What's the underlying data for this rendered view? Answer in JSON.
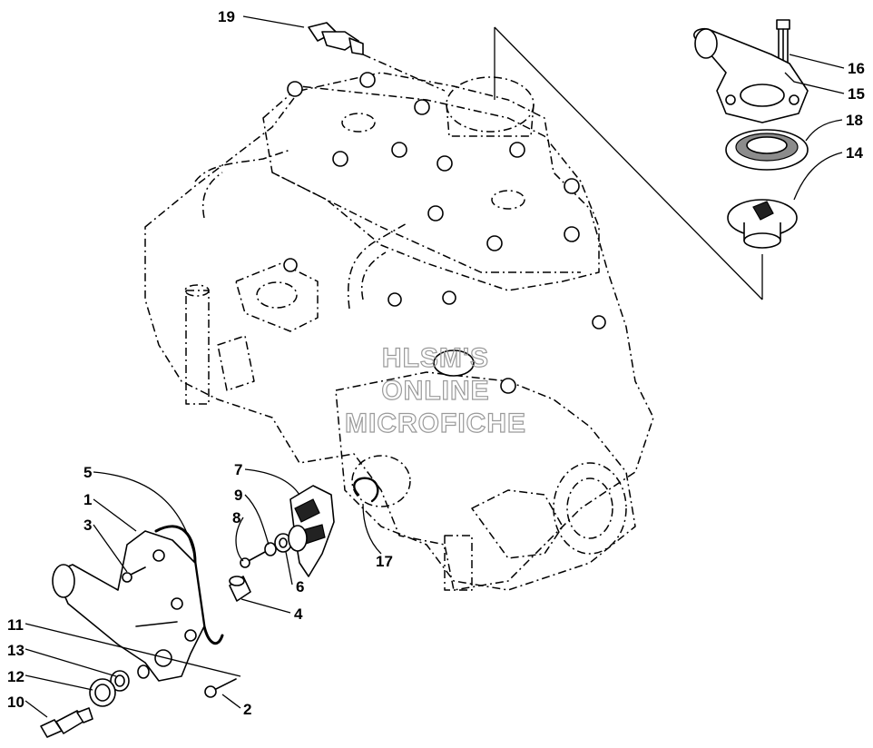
{
  "diagram": {
    "callouts": [
      {
        "id": "c19",
        "label": "19"
      },
      {
        "id": "c16",
        "label": "16"
      },
      {
        "id": "c15",
        "label": "15"
      },
      {
        "id": "c18",
        "label": "18"
      },
      {
        "id": "c14",
        "label": "14"
      },
      {
        "id": "c5",
        "label": "5"
      },
      {
        "id": "c1",
        "label": "1"
      },
      {
        "id": "c3",
        "label": "3"
      },
      {
        "id": "c7",
        "label": "7"
      },
      {
        "id": "c9",
        "label": "9"
      },
      {
        "id": "c8",
        "label": "8"
      },
      {
        "id": "c6",
        "label": "6"
      },
      {
        "id": "c4",
        "label": "4"
      },
      {
        "id": "c17",
        "label": "17"
      },
      {
        "id": "c11",
        "label": "11"
      },
      {
        "id": "c13",
        "label": "13"
      },
      {
        "id": "c12",
        "label": "12"
      },
      {
        "id": "c10",
        "label": "10"
      },
      {
        "id": "c2",
        "label": "2"
      }
    ],
    "watermark": [
      "HLSM'S",
      "ONLINE",
      "MICROFICHE"
    ]
  }
}
